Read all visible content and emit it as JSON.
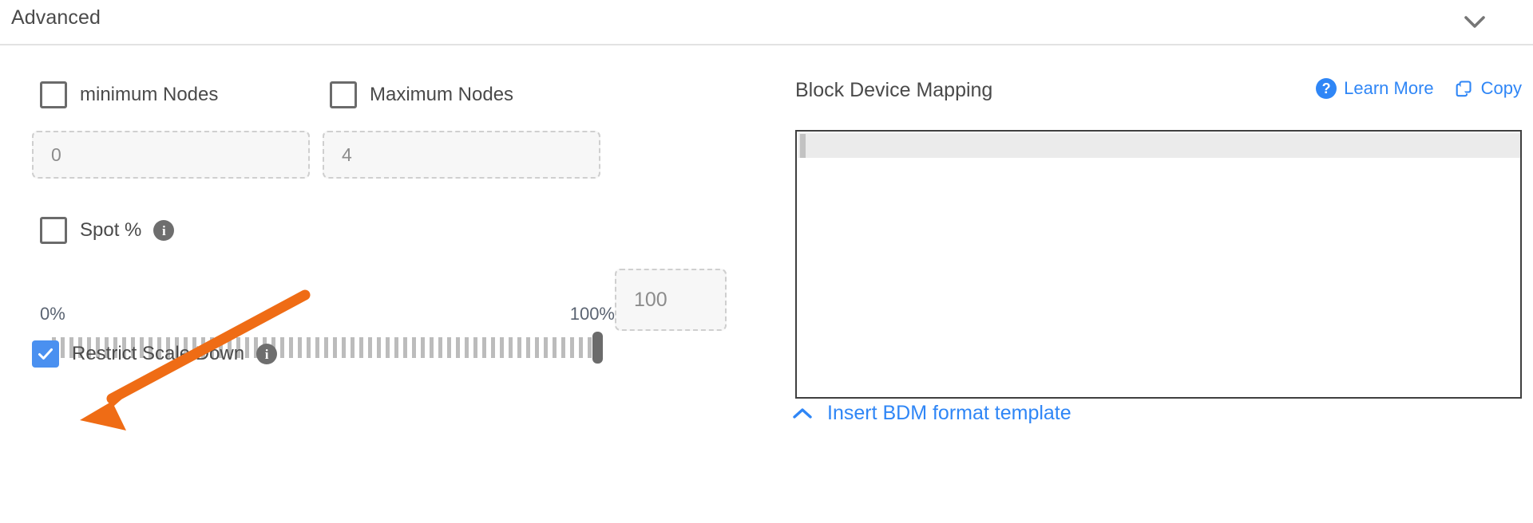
{
  "section": {
    "title": "Advanced",
    "collapse_icon": "chevron-down-icon"
  },
  "left": {
    "min_nodes": {
      "label": "minimum Nodes",
      "checked": false,
      "input_placeholder": "0",
      "input_value": ""
    },
    "max_nodes": {
      "label": "Maximum Nodes",
      "checked": false,
      "input_placeholder": "4",
      "input_value": ""
    },
    "spot": {
      "label": "Spot %",
      "checked": false,
      "info_icon": "info-icon"
    },
    "slider": {
      "min_label": "0%",
      "max_label": "100%",
      "min": 0,
      "max": 100,
      "value": 100,
      "value_box_placeholder": "100"
    },
    "restrict_scale_down": {
      "label": "Restrict Scale Down",
      "checked": true,
      "info_icon": "info-icon"
    }
  },
  "right": {
    "title": "Block Device Mapping",
    "learn_more": {
      "label": "Learn More",
      "icon": "question-circle-icon"
    },
    "copy": {
      "label": "Copy",
      "icon": "copy-icon"
    },
    "editor": {
      "content": "",
      "active_line": 1
    },
    "insert_template": {
      "label": "Insert BDM format template",
      "icon": "chevron-up-icon"
    }
  },
  "colors": {
    "accent_blue": "#2f86f6",
    "checkbox_blue": "#4a90f0",
    "annotation_orange": "#ef6c15",
    "text_primary": "#4a4a4a",
    "muted": "#8c8c8c"
  },
  "annotation": {
    "type": "arrow",
    "points_to": "restrict-scale-down-checkbox"
  }
}
